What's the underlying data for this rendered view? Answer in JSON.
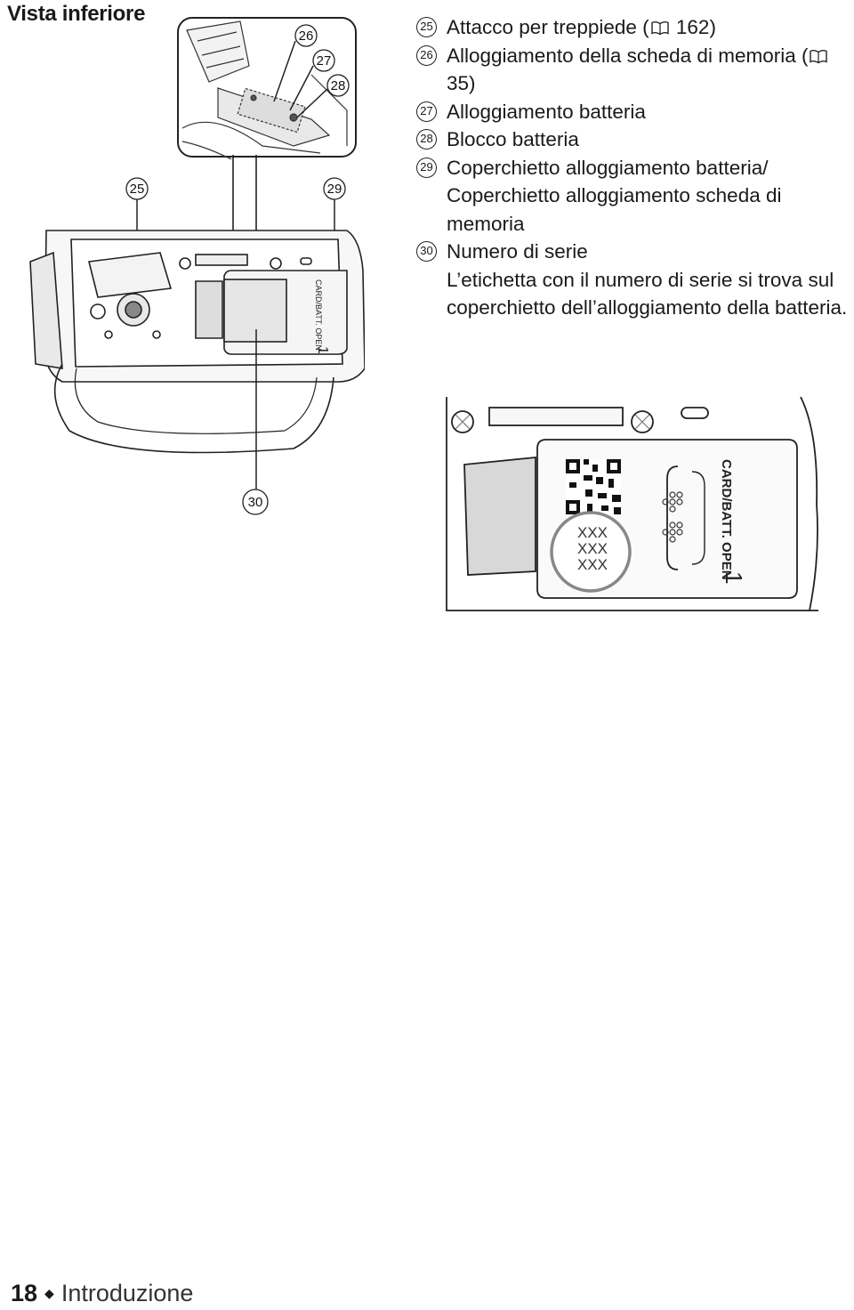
{
  "section_title": "Vista inferiore",
  "items": [
    {
      "num": "25",
      "pre": "Attacco per treppiede (",
      "ref": "162",
      "post": ")"
    },
    {
      "num": "26",
      "pre": "Alloggiamento della scheda di memoria (",
      "ref": "35",
      "post": ")"
    },
    {
      "num": "27",
      "pre": "Alloggiamento batteria"
    },
    {
      "num": "28",
      "pre": "Blocco batteria"
    },
    {
      "num": "29",
      "pre": "Coperchietto alloggiamento batteria/ Coperchietto alloggiamento scheda di memoria"
    },
    {
      "num": "30",
      "pre": "Numero di serie",
      "desc": "L’etichetta con il numero di serie si trova sul coperchietto dell’alloggiamento della batteria."
    }
  ],
  "figure": {
    "callouts": [
      "25",
      "26",
      "27",
      "28",
      "29",
      "30"
    ],
    "cover_label": "CARD/BATT. OPEN",
    "cover_label_small": "CARD/BATT. OPEN",
    "arrow_digit": "1",
    "serial_mark": "XXX"
  },
  "footer": {
    "page": "18",
    "separator": "◆",
    "chapter": "Introduzione"
  },
  "icons": [
    "book-icon",
    "tripod-socket-icon",
    "qr-code-icon"
  ]
}
